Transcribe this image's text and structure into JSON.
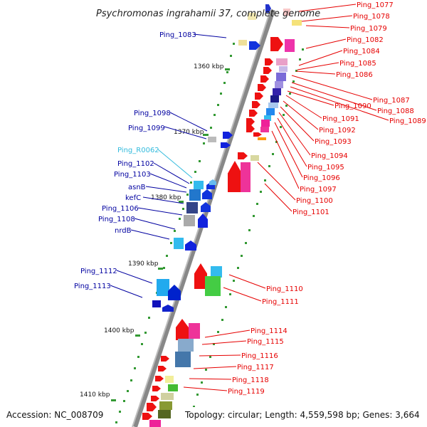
{
  "title": "Psychromonas ingrahamii 37, complete genome",
  "footer": {
    "accession": "Accession: NC_008709",
    "topology": "Topology: circular; Length: 4,559,598 bp; Genes: 3,664"
  },
  "scale_ticks": [
    {
      "label": "1360 kbp"
    },
    {
      "label": "1370 kbp"
    },
    {
      "label": "1380 kbp"
    },
    {
      "label": "1390 kbp"
    },
    {
      "label": "1400 kbp"
    },
    {
      "label": "1410 kbp"
    }
  ],
  "colors": {
    "forward_label": "#e60000",
    "reverse_label": "#0000a0",
    "rna_label": "#33bbdd",
    "backbone": "#888888",
    "tick_minor": "#339933"
  },
  "left_labels": [
    {
      "text": "Ping_1083",
      "kind": "reverse"
    },
    {
      "text": "Ping_1098",
      "kind": "reverse"
    },
    {
      "text": "Ping_1099",
      "kind": "reverse"
    },
    {
      "text": "Ping_R0062",
      "kind": "rna"
    },
    {
      "text": "Ping_1102",
      "kind": "reverse"
    },
    {
      "text": "Ping_1103",
      "kind": "reverse"
    },
    {
      "text": "asnB",
      "kind": "reverse"
    },
    {
      "text": "kefC",
      "kind": "reverse"
    },
    {
      "text": "Ping_1106",
      "kind": "reverse"
    },
    {
      "text": "Ping_1108",
      "kind": "reverse"
    },
    {
      "text": "nrdB",
      "kind": "reverse"
    },
    {
      "text": "Ping_1112",
      "kind": "reverse"
    },
    {
      "text": "Ping_1113",
      "kind": "reverse"
    }
  ],
  "right_labels": [
    {
      "text": "Ping_1077"
    },
    {
      "text": "Ping_1078"
    },
    {
      "text": "Ping_1079"
    },
    {
      "text": "Ping_1082"
    },
    {
      "text": "Ping_1084"
    },
    {
      "text": "Ping_1085"
    },
    {
      "text": "Ping_1086"
    },
    {
      "text": "Ping_1087"
    },
    {
      "text": "Ping_1088"
    },
    {
      "text": "Ping_1089"
    },
    {
      "text": "Ping_1090"
    },
    {
      "text": "Ping_1091"
    },
    {
      "text": "Ping_1092"
    },
    {
      "text": "Ping_1093"
    },
    {
      "text": "Ping_1094"
    },
    {
      "text": "Ping_1095"
    },
    {
      "text": "Ping_1096"
    },
    {
      "text": "Ping_1097"
    },
    {
      "text": "Ping_1100"
    },
    {
      "text": "Ping_1101"
    },
    {
      "text": "Ping_1110"
    },
    {
      "text": "Ping_1111"
    },
    {
      "text": "Ping_1114"
    },
    {
      "text": "Ping_1115"
    },
    {
      "text": "Ping_1116"
    },
    {
      "text": "Ping_1117"
    },
    {
      "text": "Ping_1118"
    },
    {
      "text": "Ping_1119"
    }
  ]
}
